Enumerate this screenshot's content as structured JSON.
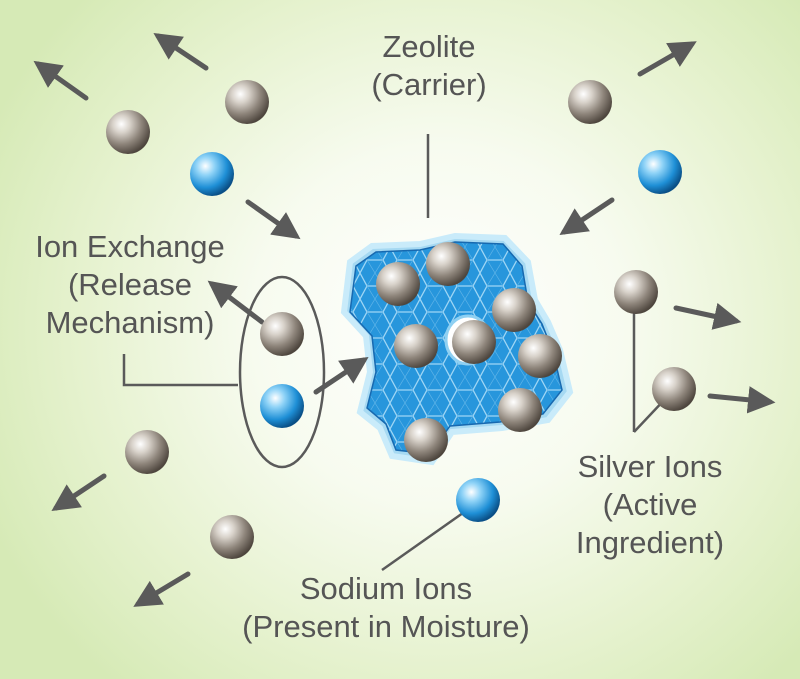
{
  "labels": {
    "zeolite": {
      "line1": "Zeolite",
      "line2": "(Carrier)"
    },
    "ion_exchange": {
      "line1": "Ion Exchange",
      "line2": "(Release",
      "line3": "Mechanism)"
    },
    "silver_ions": {
      "line1": "Silver Ions",
      "line2": "(Active",
      "line3": "Ingredient)"
    },
    "sodium_ions": {
      "line1": "Sodium Ions",
      "line2": "(Present in Moisture)"
    }
  },
  "colors": {
    "silver_ion": "#8a8076",
    "sodium_ion": "#1e8fd6",
    "zeolite": "#1f8fd8",
    "zeolite_halo": "#a6d9f2",
    "arrow": "#5a5a5a",
    "text": "#555555"
  }
}
